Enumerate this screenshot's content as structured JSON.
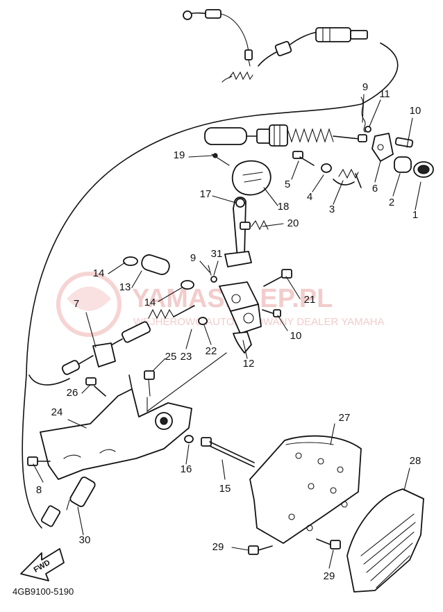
{
  "watermark": {
    "brand": "YAMASKLEP.PL",
    "tagline": "WEJHEROWO AUTORYZOWANY DEALER YAMAHA"
  },
  "diagram": {
    "code": "4GB9100-5190",
    "fwd_label": "FWD",
    "callouts": [
      "1",
      "2",
      "3",
      "4",
      "5",
      "6",
      "7",
      "8",
      "9",
      "9",
      "10",
      "10",
      "11",
      "12",
      "13",
      "14",
      "14",
      "15",
      "16",
      "17",
      "18",
      "19",
      "20",
      "21",
      "22",
      "23",
      "24",
      "25",
      "26",
      "27",
      "28",
      "29",
      "29",
      "30",
      "31"
    ]
  }
}
